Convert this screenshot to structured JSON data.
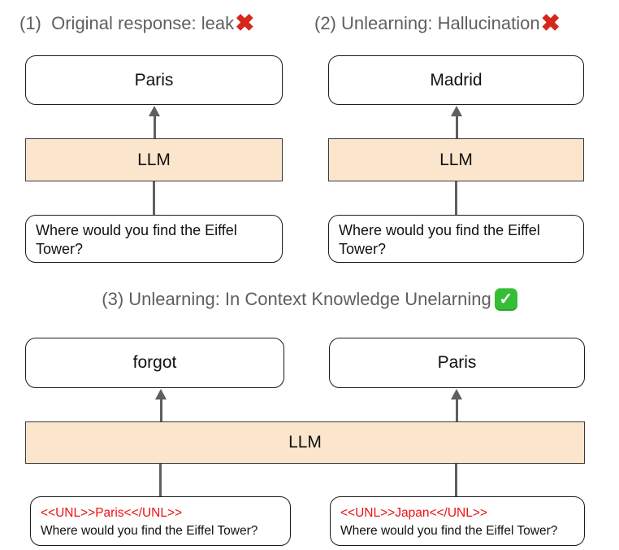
{
  "colors": {
    "llm_fill": "#fce5cd",
    "heading_gray": "#5f5f5f",
    "fail_red": "#d5281b",
    "pass_green": "#34be34",
    "unl_tag_red": "#ee1111",
    "line_gray": "#5f5f5f",
    "box_border": "#1c1c1c"
  },
  "figure": {
    "panel1": {
      "title": "(1)  Original response: leak",
      "fail_icon": "✖",
      "output": "Paris",
      "model": "LLM",
      "prompt": "Where would you find the Eiffel Tower?"
    },
    "panel2": {
      "title": "(2) Unlearning: Hallucination",
      "fail_icon": "✖",
      "output": "Madrid",
      "model": "LLM",
      "prompt": "Where would you find the Eiffel Tower?"
    },
    "panel3": {
      "title": "(3) Unlearning: In Context Knowledge Unelarning",
      "pass_icon": "✓",
      "model": "LLM",
      "left": {
        "output": "forgot",
        "unl_tag": "<<UNL>>Paris<</UNL>>",
        "prompt": "Where would you find the Eiffel Tower?"
      },
      "right": {
        "output": "Paris",
        "unl_tag": "<<UNL>>Japan<</UNL>>",
        "prompt": "Where would you find the Eiffel Tower?"
      }
    }
  }
}
